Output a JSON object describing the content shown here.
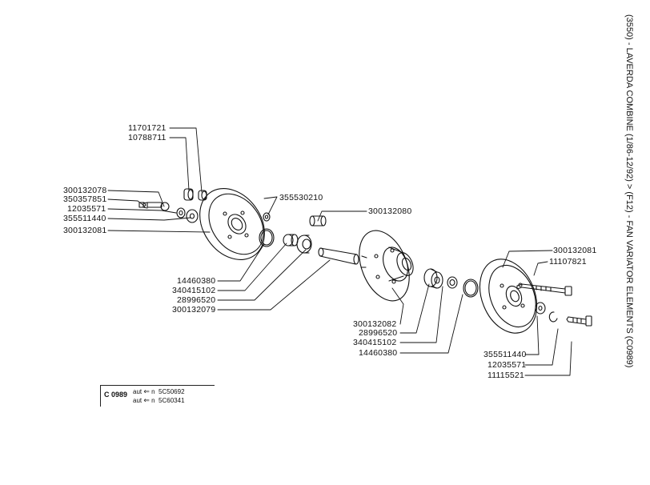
{
  "title": "(3550) - LAVERDA COMBINE (1/86-12/92) > (F12) - FAN VARIATOR ELEMENTS (C0989)",
  "labels": {
    "p11701721": "11701721",
    "p10788711": "10788711",
    "p300132078": "300132078",
    "p350357851": "350357851",
    "p12035571_a": "12035571",
    "p355511440_a": "355511440",
    "p300132081_a": "300132081",
    "p355530210": "355530210",
    "p300132080": "300132080",
    "p14460380_a": "14460380",
    "p340415102_a": "340415102",
    "p28996520_a": "28996520",
    "p300132079": "300132079",
    "p300132082": "300132082",
    "p28996520_b": "28996520",
    "p340415102_b": "340415102",
    "p14460380_b": "14460380",
    "p300132081_b": "300132081",
    "p11107821": "11107821",
    "p355511440_b": "355511440",
    "p12035571_b": "12035571",
    "p11115521": "11115521"
  },
  "reference": {
    "code": "C 0989",
    "row1_prefix": "aut",
    "row1_arrow": "⇐",
    "row1_n": "n",
    "row1_value": "5C50692",
    "row2_prefix": "aut",
    "row2_arrow": "⇐",
    "row2_n": "n",
    "row2_value": "5C60341"
  }
}
